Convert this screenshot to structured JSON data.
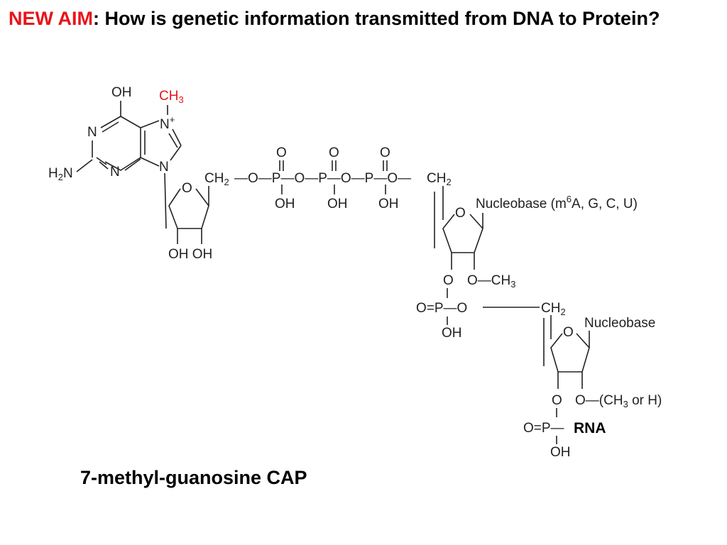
{
  "aim": {
    "prefix": "NEW AIM",
    "question": ": How is genetic information transmitted from DNA to Protein?"
  },
  "caption": "7-methyl-guanosine CAP",
  "structure": {
    "cap_oh_top": "OH",
    "cap_methyl": "CH",
    "cap_methyl_sub": "3",
    "n_plus": "N",
    "plus_sign": "+",
    "n_left": "N",
    "n_bottom": "N",
    "n_right": "N",
    "h2n": "H",
    "h2n_sub": "2",
    "h2n_n": "N",
    "ring_o_1": "O",
    "oh_oh_1": "OH OH",
    "triphosphate": {
      "ch2_left": "CH",
      "ch2_left_sub": "2",
      "chain_mid": "—O—P—O—P—O—P—O—",
      "ch2_right": "CH",
      "ch2_right_sub": "2",
      "o_top_1": "O",
      "o_top_2": "O",
      "o_top_3": "O",
      "oh_1": "OH",
      "oh_2": "OH",
      "oh_3": "OH"
    },
    "nucleobase_1": "Nucleobase (m",
    "nucleobase_1_sup": "6",
    "nucleobase_1_rest": "A, G, C, U)",
    "ring_o_2": "O",
    "o_left_2": "O",
    "o_methyl_2": "O—CH",
    "o_methyl_2_sub": "3",
    "phosphate_2": "O=P—O",
    "ch2_3": "CH",
    "ch2_3_sub": "2",
    "oh_phos_2": "OH",
    "nucleobase_2": "Nucleobase",
    "ring_o_3": "O",
    "o_left_3": "O",
    "o_methyl_3": "O—(CH",
    "o_methyl_3_sub": "3",
    "o_methyl_3_rest": " or H)",
    "phosphate_3": "O=P—",
    "rna": "RNA",
    "oh_phos_3": "OH"
  }
}
